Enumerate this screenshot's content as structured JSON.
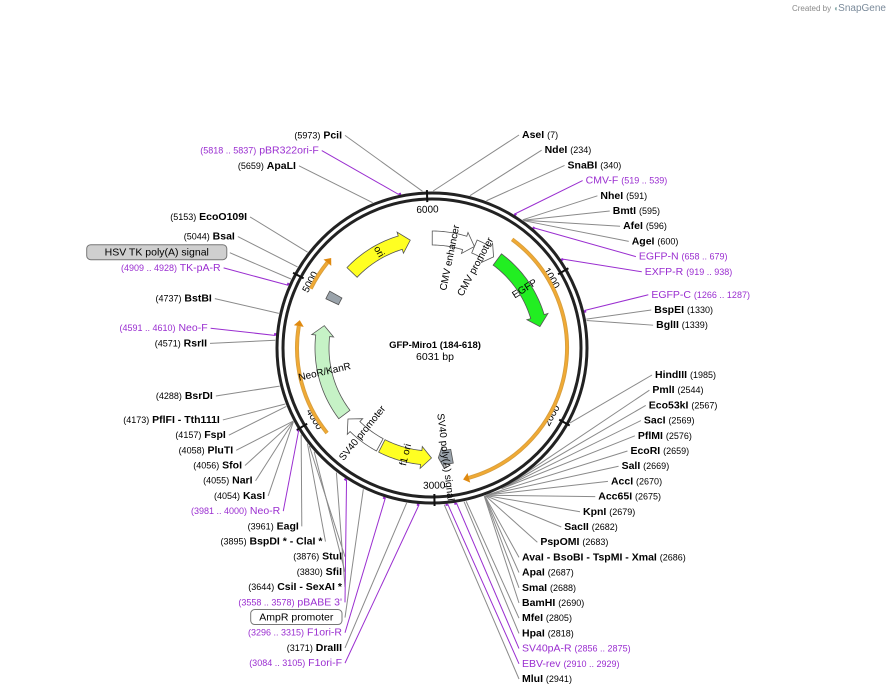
{
  "brand": {
    "prefix": "Created by",
    "name": "SnapGene"
  },
  "plasmid": {
    "name": "GFP-Miro1 (184-618)",
    "length": "6031 bp",
    "total": 6031
  },
  "ticks": [
    {
      "pos": 1000,
      "label": "1000"
    },
    {
      "pos": 2000,
      "label": "2000"
    },
    {
      "pos": 3000,
      "label": "3000"
    },
    {
      "pos": 4000,
      "label": "4000"
    },
    {
      "pos": 5000,
      "label": "5000"
    },
    {
      "pos": 6000,
      "label": "6000"
    }
  ],
  "sites": [
    {
      "parts": [
        "AseI"
      ],
      "num": "(7)",
      "bp": 7,
      "side": "r"
    },
    {
      "parts": [
        "NdeI"
      ],
      "num": "(234)",
      "bp": 234,
      "side": "r"
    },
    {
      "parts": [
        "SnaBI"
      ],
      "num": "(340)",
      "bp": 340,
      "side": "r"
    },
    {
      "parts": [
        "NheI"
      ],
      "num": "(591)",
      "bp": 591,
      "side": "r"
    },
    {
      "parts": [
        "BmtI"
      ],
      "num": "(595)",
      "bp": 595,
      "side": "r"
    },
    {
      "parts": [
        "AfeI"
      ],
      "num": "(596)",
      "bp": 596,
      "side": "r"
    },
    {
      "parts": [
        "AgeI"
      ],
      "num": "(600)",
      "bp": 600,
      "side": "r"
    },
    {
      "parts": [
        "BspEI"
      ],
      "num": "(1330)",
      "bp": 1330,
      "side": "r"
    },
    {
      "parts": [
        "BglII"
      ],
      "num": "(1339)",
      "bp": 1339,
      "side": "r"
    },
    {
      "parts": [
        "HindIII"
      ],
      "num": "(1985)",
      "bp": 1985,
      "side": "r"
    },
    {
      "parts": [
        "PmlI"
      ],
      "num": "(2544)",
      "bp": 2544,
      "side": "r"
    },
    {
      "parts": [
        "Eco53kI"
      ],
      "num": "(2567)",
      "bp": 2567,
      "side": "r"
    },
    {
      "parts": [
        "SacI"
      ],
      "num": "(2569)",
      "bp": 2569,
      "side": "r"
    },
    {
      "parts": [
        "PflMI"
      ],
      "num": "(2576)",
      "bp": 2576,
      "side": "r"
    },
    {
      "parts": [
        "EcoRI"
      ],
      "num": "(2659)",
      "bp": 2659,
      "side": "r"
    },
    {
      "parts": [
        "SalI"
      ],
      "num": "(2669)",
      "bp": 2669,
      "side": "r"
    },
    {
      "parts": [
        "AccI"
      ],
      "num": "(2670)",
      "bp": 2670,
      "side": "r"
    },
    {
      "parts": [
        "Acc65I"
      ],
      "num": "(2675)",
      "bp": 2675,
      "side": "r"
    },
    {
      "parts": [
        "KpnI"
      ],
      "num": "(2679)",
      "bp": 2679,
      "side": "r"
    },
    {
      "parts": [
        "SacII"
      ],
      "num": "(2682)",
      "bp": 2682,
      "side": "r"
    },
    {
      "parts": [
        "PspOMI"
      ],
      "num": "(2683)",
      "bp": 2683,
      "side": "r"
    },
    {
      "parts": [
        "AvaI",
        " - ",
        "BsoBI",
        " - ",
        "TspMI",
        " - ",
        "XmaI"
      ],
      "num": "(2686)",
      "bp": 2686,
      "side": "r"
    },
    {
      "parts": [
        "ApaI"
      ],
      "num": "(2687)",
      "bp": 2687,
      "side": "r"
    },
    {
      "parts": [
        "SmaI"
      ],
      "num": "(2688)",
      "bp": 2688,
      "side": "r"
    },
    {
      "parts": [
        "BamHI"
      ],
      "num": "(2690)",
      "bp": 2690,
      "side": "r"
    },
    {
      "parts": [
        "MfeI"
      ],
      "num": "(2805)",
      "bp": 2805,
      "side": "r"
    },
    {
      "parts": [
        "HpaI"
      ],
      "num": "(2818)",
      "bp": 2818,
      "side": "r"
    },
    {
      "parts": [
        "MluI"
      ],
      "num": "(2941)",
      "bp": 2941,
      "side": "r"
    },
    {
      "parts": [
        "DraIII"
      ],
      "num": "(3171)",
      "bp": 3171,
      "side": "l"
    },
    {
      "parts": [
        "CsiI",
        " - ",
        "SexAI",
        " *"
      ],
      "num": "(3644)",
      "bp": 3644,
      "side": "l"
    },
    {
      "parts": [
        "SfiI"
      ],
      "num": "(3830)",
      "bp": 3830,
      "side": "l"
    },
    {
      "parts": [
        "StuI"
      ],
      "num": "(3876)",
      "bp": 3876,
      "side": "l"
    },
    {
      "parts": [
        "BspDI",
        " * - ",
        "ClaI",
        " *"
      ],
      "num": "(3895)",
      "bp": 3895,
      "side": "l"
    },
    {
      "parts": [
        "EagI"
      ],
      "num": "(3961)",
      "bp": 3961,
      "side": "l"
    },
    {
      "parts": [
        "KasI"
      ],
      "num": "(4054)",
      "bp": 4054,
      "side": "l"
    },
    {
      "parts": [
        "NarI"
      ],
      "num": "(4055)",
      "bp": 4055,
      "side": "l"
    },
    {
      "parts": [
        "SfoI"
      ],
      "num": "(4056)",
      "bp": 4056,
      "side": "l"
    },
    {
      "parts": [
        "PluTI"
      ],
      "num": "(4058)",
      "bp": 4058,
      "side": "l"
    },
    {
      "parts": [
        "FspI"
      ],
      "num": "(4157)",
      "bp": 4157,
      "side": "l"
    },
    {
      "parts": [
        "PflFI",
        " - ",
        "Tth111I"
      ],
      "num": "(4173)",
      "bp": 4173,
      "side": "l"
    },
    {
      "parts": [
        "BsrDI"
      ],
      "num": "(4288)",
      "bp": 4288,
      "side": "l"
    },
    {
      "parts": [
        "RsrII"
      ],
      "num": "(4571)",
      "bp": 4571,
      "side": "l"
    },
    {
      "parts": [
        "BstBI"
      ],
      "num": "(4737)",
      "bp": 4737,
      "side": "l"
    },
    {
      "parts": [
        "BsaI"
      ],
      "num": "(5044)",
      "bp": 5044,
      "side": "l"
    },
    {
      "parts": [
        "EcoO109I"
      ],
      "num": "(5153)",
      "bp": 5153,
      "side": "l"
    },
    {
      "parts": [
        "ApaLI"
      ],
      "num": "(5659)",
      "bp": 5659,
      "side": "l"
    },
    {
      "parts": [
        "PciI"
      ],
      "num": "(5973)",
      "bp": 5973,
      "side": "l"
    }
  ],
  "primers": [
    {
      "name": "CMV-F",
      "range": "(519 .. 539)",
      "bp": 529,
      "side": "r"
    },
    {
      "name": "EGFP-N",
      "range": "(658 .. 679)",
      "bp": 668,
      "side": "r"
    },
    {
      "name": "EXFP-R",
      "range": "(919 .. 938)",
      "bp": 928,
      "side": "r"
    },
    {
      "name": "EGFP-C",
      "range": "(1266 .. 1287)",
      "bp": 1276,
      "side": "r"
    },
    {
      "name": "SV40pA-R",
      "range": "(2856 .. 2875)",
      "bp": 2865,
      "side": "r"
    },
    {
      "name": "EBV-rev",
      "range": "(2910 .. 2929)",
      "bp": 2919,
      "side": "r"
    },
    {
      "name": "F1ori-F",
      "range": "(3084 .. 3105)",
      "bp": 3094,
      "side": "l"
    },
    {
      "name": "F1ori-R",
      "range": "(3296 .. 3315)",
      "bp": 3305,
      "side": "l"
    },
    {
      "name": "pBABE 3'",
      "range": "(3558 .. 3578)",
      "bp": 3568,
      "side": "l"
    },
    {
      "name": "Neo-R",
      "range": "(3981 .. 4000)",
      "bp": 3990,
      "side": "l"
    },
    {
      "name": "Neo-F",
      "range": "(4591 .. 4610)",
      "bp": 4600,
      "side": "l"
    },
    {
      "name": "TK-pA-R",
      "range": "(4909 .. 4928)",
      "bp": 4918,
      "side": "l"
    },
    {
      "name": "pBR322ori-F",
      "range": "(5818 .. 5837)",
      "bp": 5827,
      "side": "l"
    }
  ],
  "boxed_features": [
    {
      "label": "HSV TK poly(A) signal",
      "bp": 4960
    },
    {
      "label": "AmpR promoter",
      "bp": 3450
    }
  ],
  "features": [
    {
      "label": "ori",
      "start": 5250,
      "end": 5840,
      "color": "#ffff22",
      "ring": "inner",
      "dir": "cw",
      "label_pos": "inside"
    },
    {
      "label": "CMV enhancer",
      "start": 2,
      "end": 380,
      "color": "#ffffff",
      "ring": "inner",
      "dir": "cw",
      "label_pos": "below"
    },
    {
      "label": "CMV promoter",
      "start": 380,
      "end": 570,
      "color": "#ffffff",
      "ring": "inner",
      "dir": "cw",
      "label_pos": "below"
    },
    {
      "label": "EGFP",
      "start": 610,
      "end": 1320,
      "color": "#22ee22",
      "ring": "inner",
      "dir": "cw",
      "label_pos": "inside"
    },
    {
      "label": "SV40 poly(A) signal",
      "start": 2840,
      "end": 2960,
      "color": "#9aa3ab",
      "ring": "inner",
      "dir": "cw",
      "label_pos": "inside"
    },
    {
      "label": "f1 ori",
      "start": 3020,
      "end": 3470,
      "color": "#ffff22",
      "ring": "inner",
      "dir": "ccw",
      "label_pos": "inside"
    },
    {
      "label": "SV40 promoter",
      "start": 3490,
      "end": 3850,
      "color": "#ffffff",
      "ring": "inner",
      "dir": "cw",
      "label_pos": "inside"
    },
    {
      "label": "NeoR/KanR",
      "start": 3900,
      "end": 4720,
      "color": "#c6f2c6",
      "ring": "inner",
      "dir": "cw",
      "label_pos": "inside"
    },
    {
      "label": "",
      "start": 4940,
      "end": 5010,
      "color": "#9aa3ab",
      "ring": "inner",
      "dir": "none",
      "label_pos": "none"
    }
  ],
  "orf_arcs": [
    {
      "start": 610,
      "end": 2750,
      "color": "#f2aa33"
    },
    {
      "start": 3870,
      "end": 4680,
      "color": "#f2aa33"
    },
    {
      "start": 4960,
      "end": 5180,
      "color": "#f2aa33"
    }
  ]
}
